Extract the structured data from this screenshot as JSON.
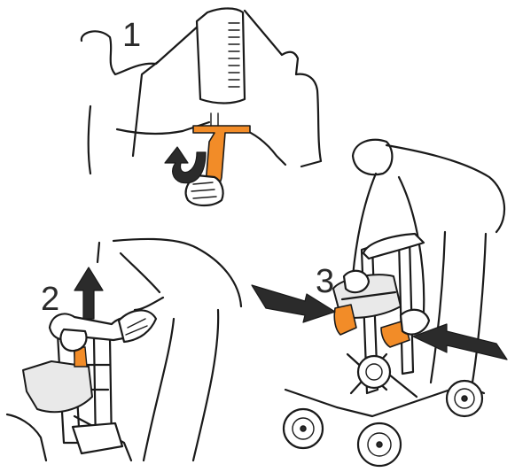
{
  "steps": {
    "one": "1",
    "two": "2",
    "three": "3"
  },
  "colors": {
    "accent": "#f28c28",
    "ink": "#1a1a1a",
    "arrow": "#2b2b2b",
    "seat": "#e9e9e9"
  },
  "icons": {
    "step1": "curved-arrow-icon",
    "step2": "up-arrow-icon",
    "step3": "inward-arrows-icon"
  }
}
